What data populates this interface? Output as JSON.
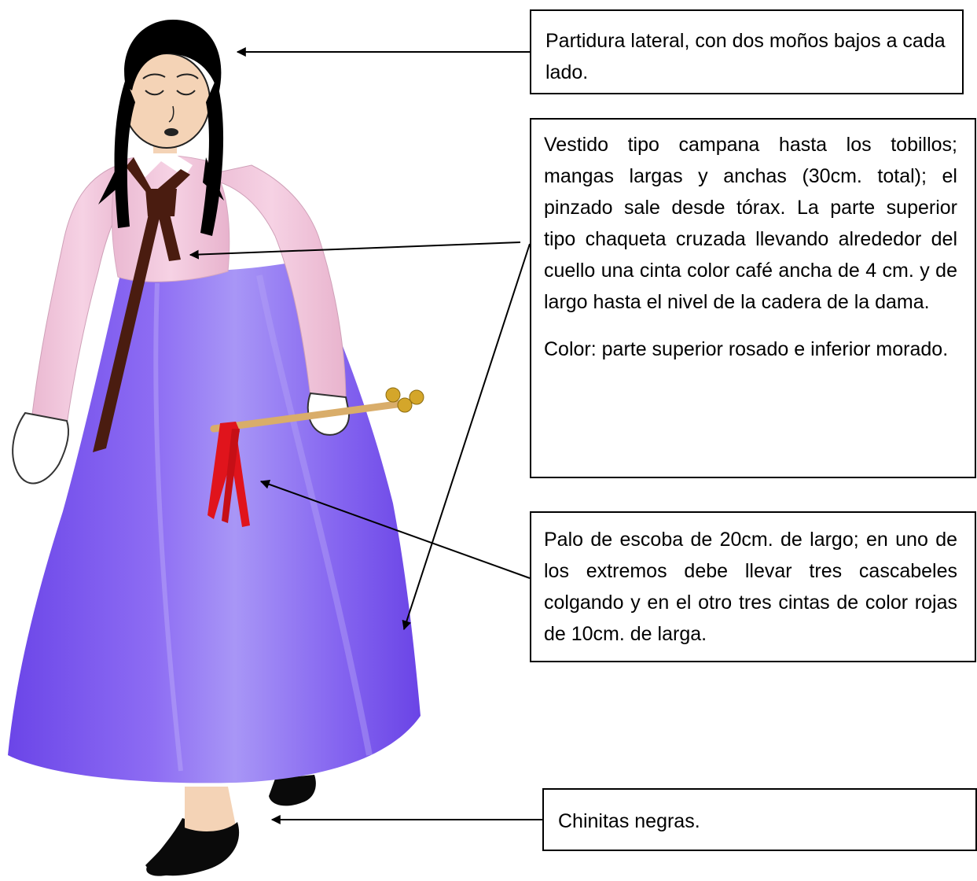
{
  "annotations": {
    "hair": "Partidura lateral, con dos moños bajos a cada lado.",
    "dress": "Vestido tipo campana hasta los tobillos; mangas largas y anchas (30cm. total); el pinzado sale desde tórax. La parte superior tipo chaqueta cruzada llevando alrededor del cuello una cinta color café ancha de 4 cm. y de largo hasta el nivel de la cadera de la dama.",
    "color": "Color: parte superior rosado e inferior morado.",
    "stick": "Palo de escoba de 20cm. de largo; en uno de los extremos debe llevar tres cascabeles colgando y en el otro tres cintas de color rojas de 10cm. de larga.",
    "shoes": "Chinitas negras."
  },
  "colors": {
    "skirt": "#8a62f2",
    "jacket": "#f2c6dc",
    "collar_ribbon": "#4a1c10",
    "red_ribbons": "#e0141c",
    "hair": "#000000",
    "skin": "#f4d3b6",
    "stick": "#d9ad6a",
    "bells": "#d4a62a"
  },
  "icons": [
    "girl-illustration",
    "arrow-icon"
  ]
}
